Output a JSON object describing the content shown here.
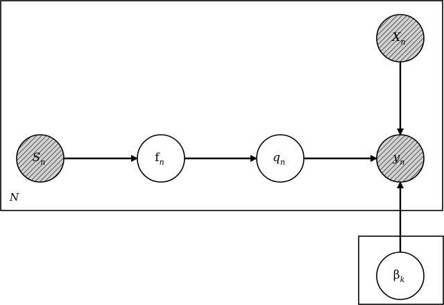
{
  "plates": [
    {
      "id": "plate-n",
      "label": "N"
    },
    {
      "id": "plate-k",
      "label": ""
    }
  ],
  "nodes": [
    {
      "id": "s",
      "base": "S",
      "sub": "n",
      "italic": true,
      "observed": true
    },
    {
      "id": "f",
      "base": "f",
      "sub": "n",
      "italic": false,
      "observed": false
    },
    {
      "id": "q",
      "base": "q",
      "sub": "n",
      "italic": true,
      "observed": false
    },
    {
      "id": "y",
      "base": "y",
      "sub": "n",
      "italic": true,
      "observed": true
    },
    {
      "id": "x",
      "base": "X",
      "sub": "n",
      "italic": true,
      "observed": true
    },
    {
      "id": "beta",
      "base": "β",
      "sub": "k",
      "italic": false,
      "observed": false
    }
  ],
  "edges": [
    {
      "from": "s",
      "to": "f"
    },
    {
      "from": "f",
      "to": "q"
    },
    {
      "from": "q",
      "to": "y"
    },
    {
      "from": "x",
      "to": "y"
    },
    {
      "from": "beta",
      "to": "y"
    }
  ],
  "colors": {
    "stroke": "#000000",
    "hatch": "#555555",
    "background": "#ffffff"
  }
}
